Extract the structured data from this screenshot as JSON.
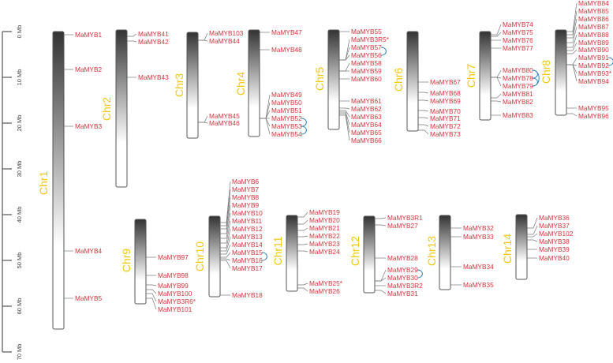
{
  "scale": {
    "ticks": [
      "0 Mb",
      "10 Mb",
      "20 Mb",
      "30 Mb",
      "40 Mb",
      "50 Mb",
      "60 Mb",
      "70 Mb"
    ]
  },
  "colors": {
    "gene_label": "#d8323c",
    "chromosome_label": "#f2c811",
    "duplication_link": "#2a7fb8",
    "chromosome_top": "#333333",
    "chromosome_bottom": "#ffffff"
  },
  "chromosomes": [
    {
      "name": "Chr1",
      "genes": [
        "MaMYB1",
        "MaMYB2",
        "MaMYB3",
        "MaMYB4",
        "MaMYB5"
      ]
    },
    {
      "name": "Chr2",
      "genes": [
        "MaMYB41",
        "MaMYB42",
        "MaMYB43"
      ]
    },
    {
      "name": "Chr3",
      "genes": [
        "MaMYB103",
        "MaMYB44",
        "MaMYB45",
        "MaMYB46"
      ]
    },
    {
      "name": "Chr4",
      "genes": [
        "MaMYB47",
        "MaMYB48",
        "MaMYB49",
        "MaMYB50",
        "MaMYB51",
        "MaMYB52",
        "MaMYB53",
        "MaMYB54"
      ]
    },
    {
      "name": "Chr5",
      "genes": [
        "MaMYB55",
        "MaMYB3R5*",
        "MaMYB57",
        "MaMYB56",
        "MaMYB58",
        "MaMYB59",
        "MaMYB60",
        "MaMYB61",
        "MaMYB62",
        "MaMYB63",
        "MaMYB64",
        "MaMYB65",
        "MaMYB66"
      ]
    },
    {
      "name": "Chr6",
      "genes": [
        "MaMYB67",
        "MaMYB68",
        "MaMYB69",
        "MaMYB70",
        "MaMYB71",
        "MaMYB72",
        "MaMYB73"
      ]
    },
    {
      "name": "Chr7",
      "genes": [
        "MaMYB74",
        "MaMYB75",
        "MaMYB76",
        "MaMYB77",
        "MaMYB80",
        "MaMYB78",
        "MaMYB79",
        "MaMYB81",
        "MaMYB82",
        "MaMYB83"
      ]
    },
    {
      "name": "Chr8",
      "genes": [
        "MaMYB84",
        "MaMYB85",
        "MaMYB86",
        "MaMYB87",
        "MaMYB88",
        "MaMYB89",
        "MaMYB90",
        "MaMYB91",
        "MaMYB92",
        "MaMYB93*",
        "MaMYB94",
        "MaMYB95",
        "MaMYB96"
      ]
    },
    {
      "name": "Chr9",
      "genes": [
        "MaMYB97",
        "MaMYB98",
        "MaMYB99",
        "MaMYB100",
        "MaMYB3R6*",
        "MaMYB101"
      ]
    },
    {
      "name": "Chr10",
      "genes": [
        "MaMYB6",
        "MaMYB7",
        "MaMYB8",
        "MaMYB9",
        "MaMYB10",
        "MaMYB11",
        "MaMYB12",
        "MaMYB13",
        "MaMYB14",
        "MaMYB15",
        "MaMYB16",
        "MaMYB17",
        "MaMYB18"
      ]
    },
    {
      "name": "Chr11",
      "genes": [
        "MaMYB19",
        "MaMYB20",
        "MaMYB21",
        "MaMYB22",
        "MaMYB23",
        "MaMYB24",
        "MaMYB25*",
        "MaMYB26"
      ]
    },
    {
      "name": "Chr12",
      "genes": [
        "MaMYB3R1",
        "MaMYB27",
        "MaMYB28",
        "MaMYB29",
        "MaMYB30",
        "MaMYB3R2",
        "MaMYB31"
      ]
    },
    {
      "name": "Chr13",
      "genes": [
        "MaMYB32",
        "MaMYB33",
        "MaMYB34",
        "MaMYB35"
      ]
    },
    {
      "name": "Chr14",
      "genes": [
        "MaMYB36",
        "MaMYB37",
        "MaMYB102",
        "MaMYB38",
        "MaMYB39",
        "MaMYB40"
      ]
    }
  ]
}
